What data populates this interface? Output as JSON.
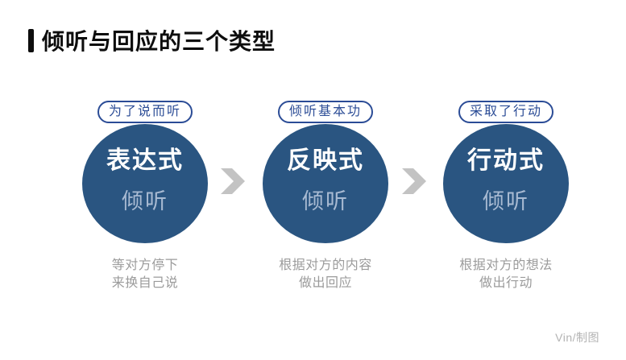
{
  "title": "倾听与回应的三个类型",
  "columns": [
    {
      "badge": "为了说而听",
      "circle_title": "表达式",
      "circle_sub": "倾听",
      "desc_line1": "等对方停下",
      "desc_line2": "来换自己说"
    },
    {
      "badge": "倾听基本功",
      "circle_title": "反映式",
      "circle_sub": "倾听",
      "desc_line1": "根据对方的内容",
      "desc_line2": "做出回应"
    },
    {
      "badge": "采取了行动",
      "circle_title": "行动式",
      "circle_sub": "倾听",
      "desc_line1": "根据对方的想法",
      "desc_line2": "做出行动"
    }
  ],
  "icons": {
    "between_circles": "chevron-right-icon"
  },
  "credit": "Vin/制图",
  "colors": {
    "title_color": "#0d0d0d",
    "circle_fill": "#2A5581",
    "badge_color": "#2B4C96",
    "circle_title_color": "#FFFFFF",
    "circle_sub_color": "#A8BAD2",
    "desc_color": "#9B9B9B",
    "arrow_color": "#C3C3C3",
    "credit_color": "#B3B3B3"
  }
}
